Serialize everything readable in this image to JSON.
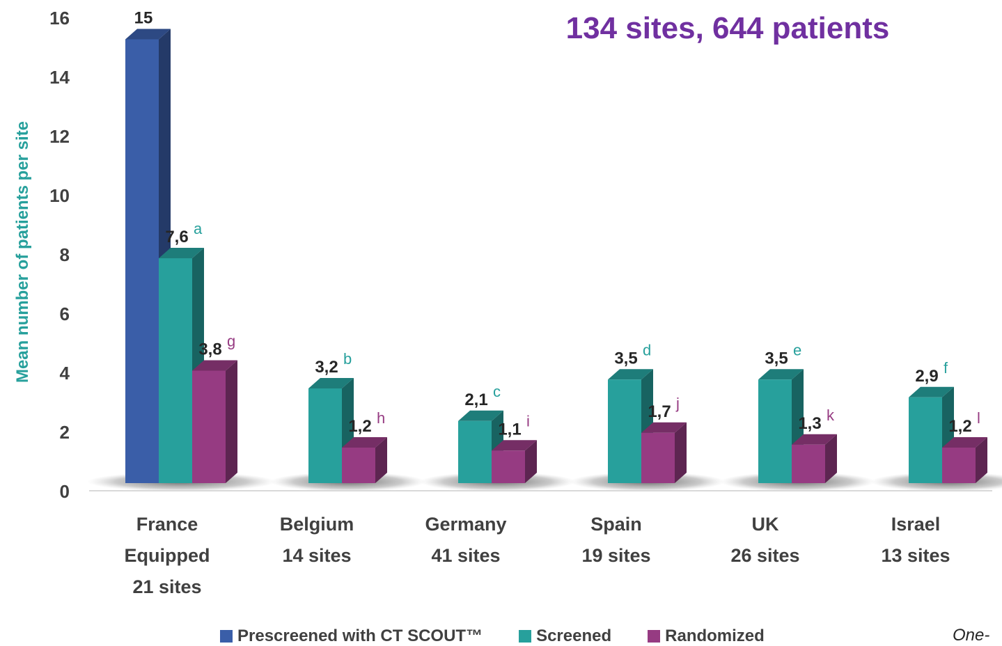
{
  "chart_data": {
    "type": "bar",
    "title": "134 sites, 644 patients",
    "ylabel": "Mean number of patients per site",
    "xlabel": "",
    "ylim": [
      0,
      16
    ],
    "yticks": [
      "0",
      "2",
      "4",
      "6",
      "8",
      "10",
      "12",
      "14",
      "16"
    ],
    "categories": [
      [
        "France",
        "Equipped",
        "21 sites"
      ],
      [
        "Belgium",
        "14 sites"
      ],
      [
        "Germany",
        "41 sites"
      ],
      [
        "Spain",
        "19 sites"
      ],
      [
        "UK",
        "26 sites"
      ],
      [
        "Israel",
        "13 sites"
      ]
    ],
    "series": [
      {
        "name": "Prescreened with CT SCOUT™",
        "color": "#3a5ea8",
        "values": [
          15,
          null,
          null,
          null,
          null,
          null
        ],
        "labels": [
          "15",
          "",
          "",
          "",
          "",
          ""
        ],
        "superscripts": [
          "",
          "",
          "",
          "",
          "",
          ""
        ]
      },
      {
        "name": "Screened",
        "color": "#27a09c",
        "values": [
          7.6,
          3.2,
          2.1,
          3.5,
          3.5,
          2.9
        ],
        "labels": [
          "7,6",
          "3,2",
          "2,1",
          "3,5",
          "3,5",
          "2,9"
        ],
        "superscripts": [
          "a",
          "b",
          "c",
          "d",
          "e",
          "f"
        ]
      },
      {
        "name": "Randomized",
        "color": "#963b82",
        "values": [
          3.8,
          1.2,
          1.1,
          1.7,
          1.3,
          1.2
        ],
        "labels": [
          "3,8",
          "1,2",
          "1,1",
          "1,7",
          "1,3",
          "1,2"
        ],
        "superscripts": [
          "g",
          "h",
          "i",
          "j",
          "k",
          "l"
        ]
      }
    ],
    "legend": "bottom",
    "grid": false
  },
  "colors": {
    "title": "#7030a0",
    "ylabel": "#27a09c",
    "axis_text": "#404040"
  },
  "footnote": "One-"
}
